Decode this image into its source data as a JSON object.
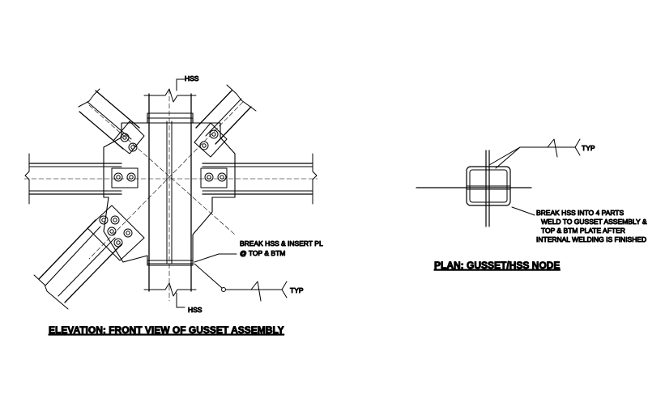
{
  "elevation": {
    "labels": {
      "hss_top": "HSS",
      "hss_bottom": "HSS",
      "break_note_line1": "BREAK HSS & INSERT PL",
      "break_note_line2": "@ TOP & BTM",
      "typ": "TYP"
    },
    "title": "ELEVATION: FRONT VIEW OF GUSSET ASSEMBLY"
  },
  "plan": {
    "labels": {
      "typ": "TYP",
      "note_line1": "BREAK HSS INTO 4 PARTS",
      "note_line2": "WELD TO GUSSET ASSEMBLY &",
      "note_line3": "TOP & BTM PLATE AFTER",
      "note_line4": "INTERNAL WELDING IS FINISHED"
    },
    "title": "PLAN: GUSSET/HSS NODE"
  }
}
